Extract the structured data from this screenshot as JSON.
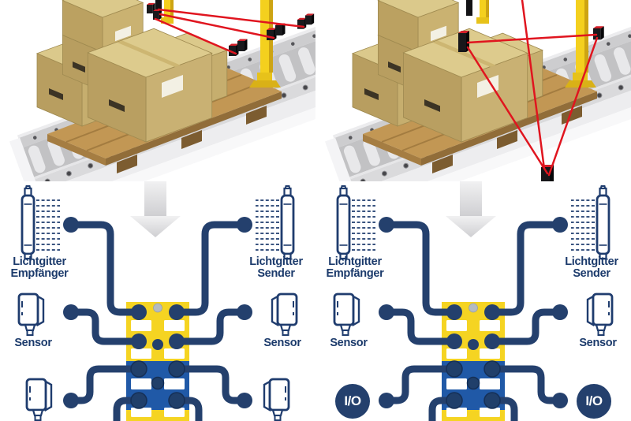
{
  "colors": {
    "navy": "#24406d",
    "label_navy": "#1b3a6b",
    "module_yellow": "#f5d422",
    "module_blue": "#2059a7",
    "beam_red": "#e0151f",
    "post_yellow": "#f4d01e",
    "box_tan": "#c9b173",
    "arrow_gray": "#d9d9db"
  },
  "diagram_left": {
    "receiver": {
      "line1": "Lichtgitter",
      "line2": "Empfänger"
    },
    "sender": {
      "line1": "Lichtgitter",
      "line2": "Sender"
    },
    "sensor_left": "Sensor",
    "sensor_right": "Sensor"
  },
  "diagram_right": {
    "receiver": {
      "line1": "Lichtgitter",
      "line2": "Empfänger"
    },
    "sender": {
      "line1": "Lichtgitter",
      "line2": "Sender"
    },
    "sensor_left": "Sensor",
    "sensor_right": "Sensor",
    "io_left": "I/O",
    "io_right": "I/O"
  }
}
